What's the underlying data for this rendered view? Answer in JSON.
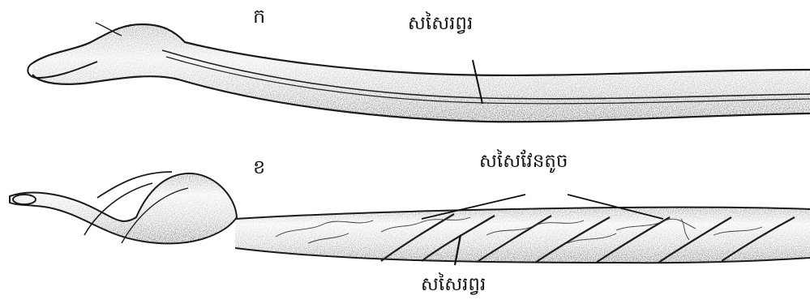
{
  "labels": {
    "panel_a": "ក",
    "panel_b": "ខ",
    "fiber_top": "សសៃរព្វរ",
    "fine_fibers": "សសៃវែនតូច",
    "fiber_bottom": "សសៃរព្វរ"
  },
  "colors": {
    "ink": "#151515",
    "stipple": "#3a3a3a",
    "paper": "#ffffff"
  }
}
